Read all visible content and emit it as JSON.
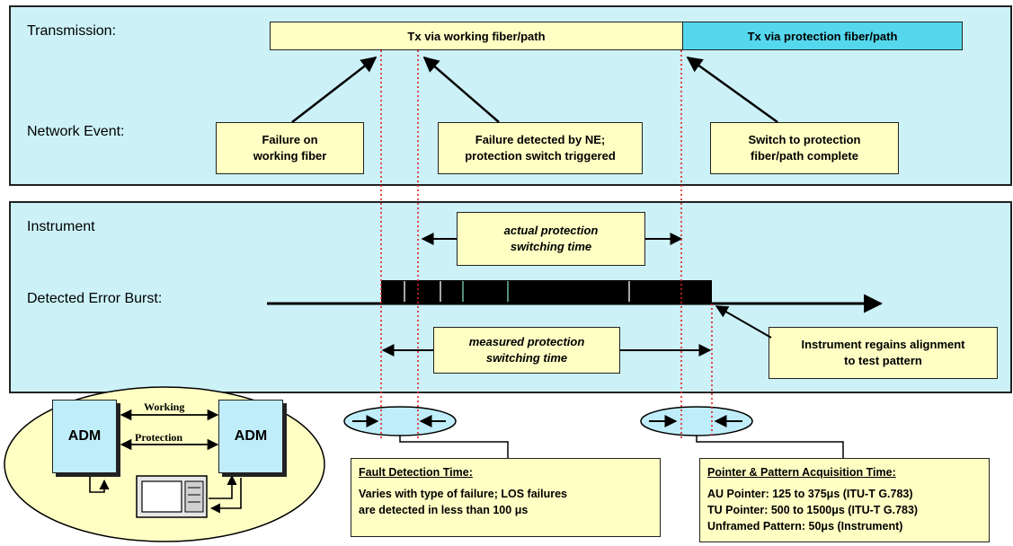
{
  "labels": {
    "transmission": "Transmission:",
    "network_event": "Network Event:",
    "instrument": "Instrument",
    "detected_error_burst": "Detected Error Burst:"
  },
  "tx": {
    "working": "Tx via working fiber/path",
    "protection": "Tx via protection fiber/path"
  },
  "events": {
    "failure": "Failure on\nworking fiber",
    "detected": "Failure detected by NE;\nprotection switch triggered",
    "switch_complete": "Switch to protection\nfiber/path complete"
  },
  "instrument": {
    "actual": "actual protection\nswitching time",
    "measured": "measured protection\nswitching time",
    "regains": "Instrument regains alignment\nto test pattern"
  },
  "fault_box": {
    "title": "Fault Detection Time:",
    "lines": [
      "Varies with type of failure; LOS failures",
      "are detected in less than 100 μs"
    ]
  },
  "pointer_box": {
    "title": "Pointer & Pattern Acquisition Time:",
    "lines": [
      "AU Pointer: 125 to 375μs (ITU-T G.783)",
      "TU Pointer: 500 to 1500μs (ITU-T G.783)",
      "Unframed Pattern: 50μs (Instrument)"
    ]
  },
  "network": {
    "adm_left": "ADM",
    "adm_right": "ADM",
    "working": "Working",
    "protection": "Protection"
  },
  "colors": {
    "panel": "#ccf2f8",
    "note": "#ffffc4",
    "protection_bar": "#55d8ee",
    "marker": "#e02020"
  }
}
